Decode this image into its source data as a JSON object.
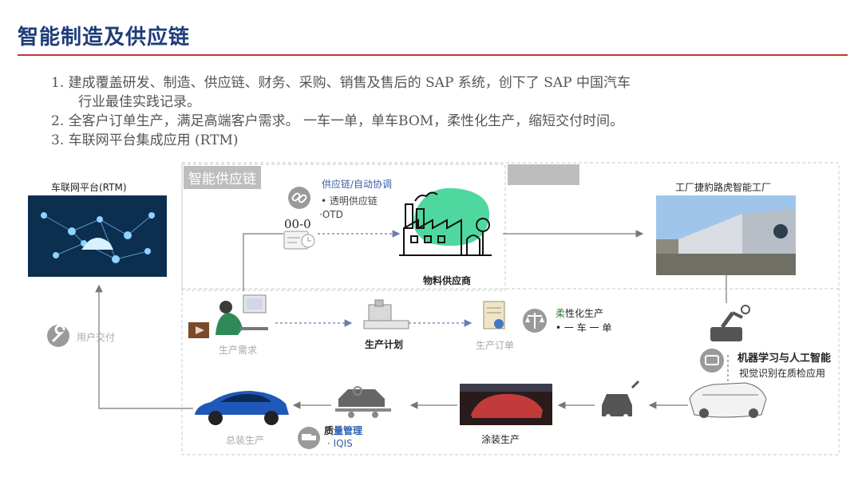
{
  "title": "智能制造及供应链",
  "bullets": {
    "b1": "1.  建成覆盖研发、制造、供应链、财务、采购、销售及售后的 SAP 系统，创下了 SAP 中国汽车",
    "b1_cont": "行业最佳实践记录。",
    "b2": "2.  全客户订单生产，满足高端客户需求。  一车一单，单车BOM，柔性化生产，缩短交付时间。",
    "b3": "3.  车联网平台集成应用 (RTM)"
  },
  "nodes": {
    "rtm_label": "车联网平台(RTM)",
    "zone_supply": "智能供应链",
    "supply_coord": "供应链/自动协调",
    "transparent": "•  透明供应链",
    "otd": "·OTD",
    "timer": "00-0",
    "supplier": "物料供应商",
    "factory_label": "工厂捷豹路虎智能工厂",
    "demand": "生产需求",
    "plan": "生产计划",
    "order": "生产订单",
    "flex_prefix": "柔",
    "flex_rest": "性化生产",
    "one_car": "•  一 车 一 单",
    "ml": "机器学习与人工智能",
    "vision": "视觉识别在质检应用",
    "paint": "涂装生产",
    "quality_prefix": "质",
    "quality_rest": "量管理",
    "iqis": "·   IQIS",
    "assembly": "总装生产",
    "delivery": "用户交付"
  },
  "colors": {
    "title": "#1f3c7a",
    "rule": "#c0392b",
    "quality_accent": "#2f5fb3",
    "flex_accent": "#3a7d3a",
    "green_blob": "#4ed8a0"
  }
}
